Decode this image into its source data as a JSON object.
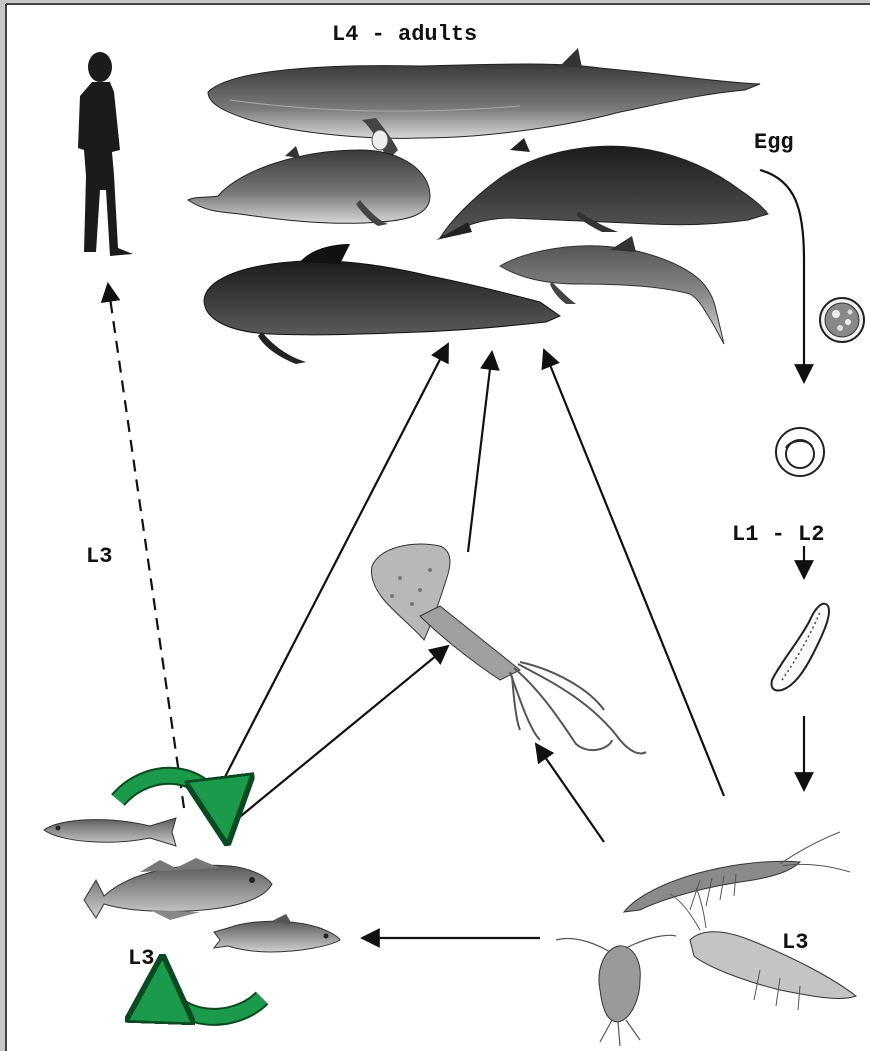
{
  "labels": {
    "adults": "L4 - adults",
    "egg": "Egg",
    "l1l2": "L1 - L2",
    "l3_left": "L3",
    "l3_fish": "L3",
    "l3_crust": "L3"
  },
  "colors": {
    "background": "#ffffff",
    "frame": "#c8c8c8",
    "ink": "#111111",
    "cycle_arrow": "#1a9a4a"
  },
  "icons": [
    "human-silhouette-icon",
    "baleen-whale-icon",
    "sperm-whale-icon",
    "beaked-whale-icon",
    "pilot-whale-icon",
    "dolphin-icon",
    "egg-icon",
    "larva-coiled-icon",
    "larva-elongated-icon",
    "squid-icon",
    "small-fish-icon",
    "cod-fish-icon",
    "mackerel-fish-icon",
    "krill-icon",
    "copepod-icon",
    "shrimp-icon"
  ]
}
